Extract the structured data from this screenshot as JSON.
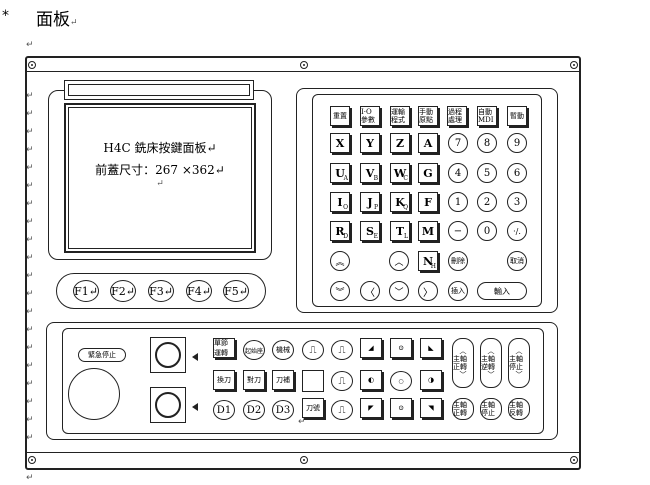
{
  "heading": {
    "bullet": "*",
    "text": "面板",
    "mark": "↵"
  },
  "lcd": {
    "line1": "H4C 銑床按鍵面板↵",
    "line2": "前蓋尺寸：267 ×362↵",
    "line3": "↵"
  },
  "fkeys": [
    "F1↵",
    "F2↵",
    "F3↵",
    "F4↵",
    "F5↵"
  ],
  "mode_keys": [
    "重置",
    "I·O 參數",
    "運輸 程式",
    "手動 原點",
    "過程 處理",
    "自動 MDI",
    "暫動"
  ],
  "alpha_rows": [
    [
      {
        "m": "X",
        "s": ""
      },
      {
        "m": "Y",
        "s": ""
      },
      {
        "m": "Z",
        "s": ""
      },
      {
        "m": "A",
        "s": ""
      }
    ],
    [
      {
        "m": "U",
        "s": "A"
      },
      {
        "m": "V",
        "s": "B"
      },
      {
        "m": "W",
        "s": "C"
      },
      {
        "m": "G",
        "s": ""
      }
    ],
    [
      {
        "m": "I",
        "s": "O"
      },
      {
        "m": "J",
        "s": "P"
      },
      {
        "m": "K",
        "s": "Q"
      },
      {
        "m": "F",
        "s": ""
      }
    ],
    [
      {
        "m": "R",
        "s": "D"
      },
      {
        "m": "S",
        "s": "E"
      },
      {
        "m": "T",
        "s": "L"
      },
      {
        "m": "M",
        "s": ""
      }
    ]
  ],
  "num_rows": [
    [
      "7",
      "8",
      "9"
    ],
    [
      "4",
      "5",
      "6"
    ],
    [
      "1",
      "2",
      "3"
    ],
    [
      "−",
      "0",
      "·/."
    ]
  ],
  "nav": {
    "n_key": "N",
    "n_sub": "H",
    "delete": "刪除",
    "cancel": "取消",
    "insert": "插入",
    "input": "輸入"
  },
  "bottom": {
    "estop": "緊急停止",
    "row1": [
      "單節 運轉",
      "起始座",
      "機械",
      "",
      "",
      "",
      "",
      ""
    ],
    "row2": [
      "換刀",
      "對刀",
      "刀補",
      "",
      "",
      "",
      "",
      ""
    ],
    "row3_d": [
      "D1",
      "D2",
      "D3"
    ],
    "row3_rest": [
      "刀號",
      "",
      "",
      "",
      ""
    ],
    "right_pills": [
      "主軸 正轉",
      "主軸 逆轉",
      "主軸 停止",
      "主軸 正轉",
      "主軸 停止",
      "主軸 反轉"
    ],
    "misc_symbols": [
      "⎍",
      "⊙",
      "◐",
      "◑"
    ]
  }
}
